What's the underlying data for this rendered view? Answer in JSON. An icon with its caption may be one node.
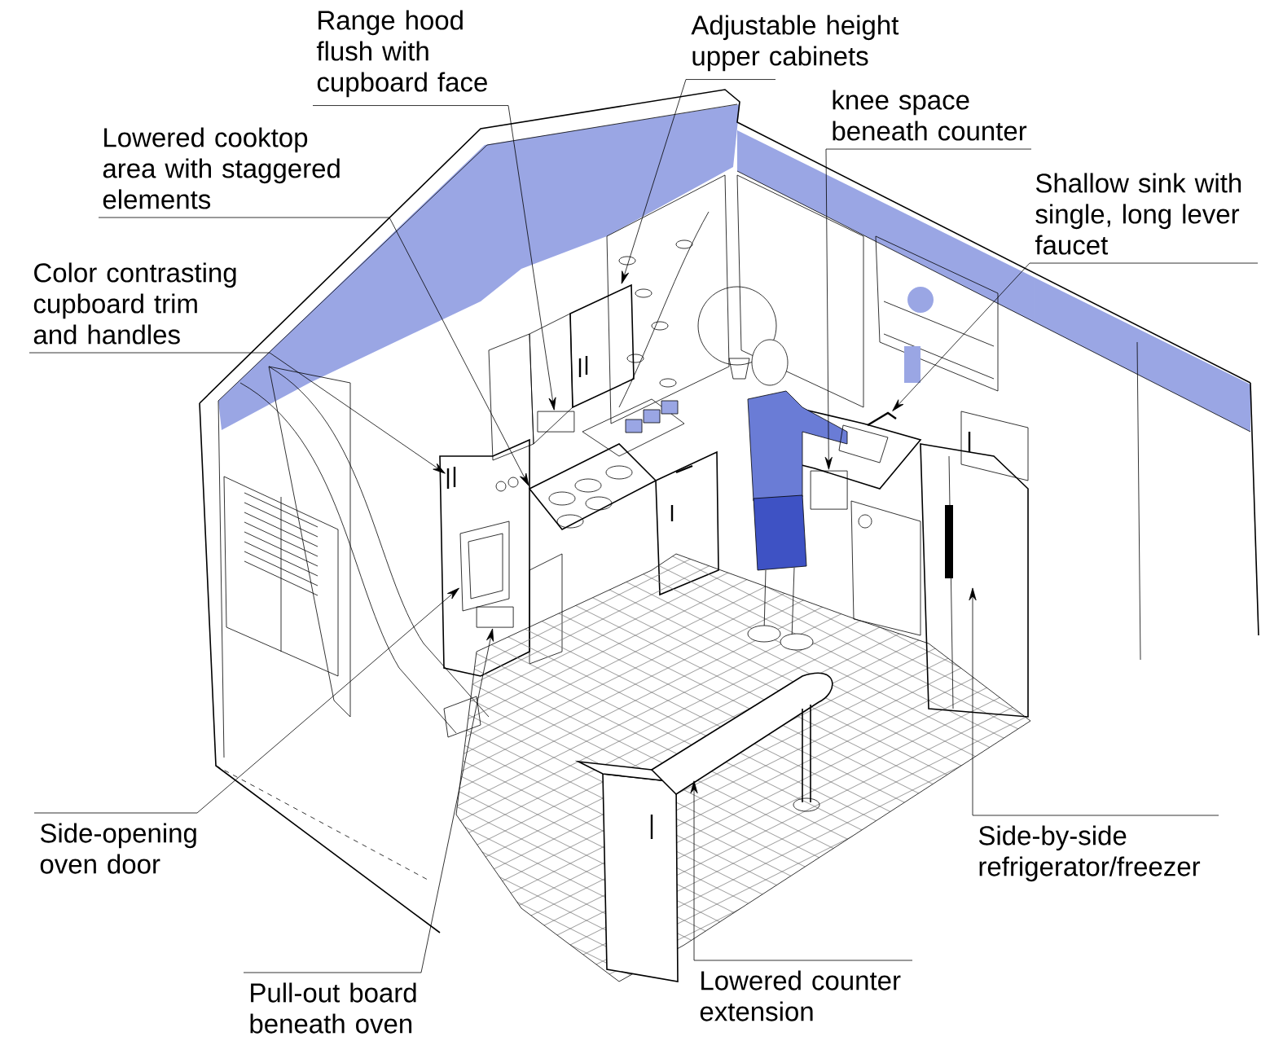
{
  "diagram": {
    "nodes": [
      {
        "text": [
          "Range hood flush with cupboard face"
        ]
      },
      {
        "text": [
          "Adjustable height upper cabinets"
        ]
      },
      {
        "text": [
          "knee space beneath counter"
        ]
      },
      {
        "text": [
          "Shallow sink with single, long lever faucet"
        ]
      },
      {
        "text": [
          "Lowered cooktop area with staggered elements"
        ]
      },
      {
        "text": [
          "Color contrasting cupboard trim and handles"
        ]
      },
      {
        "text": [
          "Side-opening oven door"
        ]
      },
      {
        "text": [
          "Pull-out board beneath oven"
        ]
      },
      {
        "text": [
          "Lowered counter extension"
        ]
      },
      {
        "text": [
          "Side-by-side refrigerator/freezer"
        ]
      },
      {
        "text": [],
        "shape": "box"
      },
      {
        "text": [],
        "shape": "picture"
      },
      {
        "text": [],
        "shape": "box"
      },
      {
        "text": [],
        "shape": "picture"
      },
      {
        "text": [],
        "shape": "picture"
      },
      {
        "text": [],
        "shape": "picture"
      },
      {
        "text": [],
        "shape": "picture"
      },
      {
        "text": [],
        "shape": "box"
      },
      {
        "text": [],
        "shape": "picture"
      },
      {
        "text": [],
        "shape": "picture"
      }
    ],
    "edges": [
      {
        "from": 0,
        "to": 10,
        "arrow": "to"
      },
      {
        "from": 1,
        "to": 11,
        "arrow": "to"
      },
      {
        "from": 2,
        "to": 12,
        "arrow": "to"
      },
      {
        "from": 3,
        "to": 13,
        "arrow": "to"
      },
      {
        "from": 4,
        "to": 14,
        "arrow": "to"
      },
      {
        "from": 5,
        "to": 15,
        "arrow": "to"
      },
      {
        "from": 6,
        "to": 16,
        "arrow": "to"
      },
      {
        "from": 7,
        "to": 17,
        "arrow": "to"
      },
      {
        "from": 8,
        "to": 18,
        "arrow": "to"
      },
      {
        "from": 9,
        "to": 19,
        "arrow": "to"
      }
    ]
  }
}
